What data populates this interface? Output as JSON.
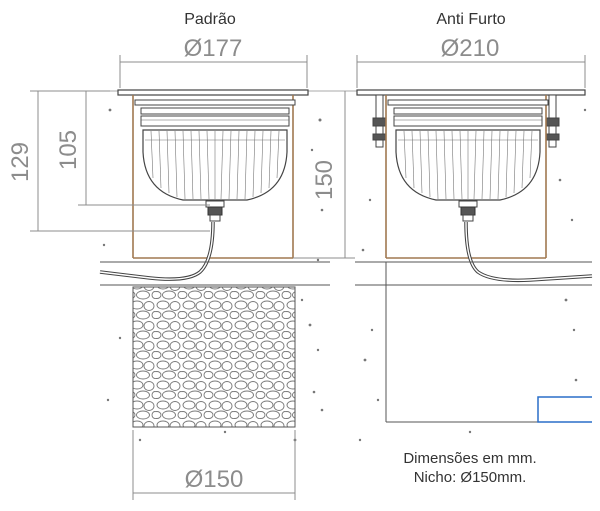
{
  "titles": {
    "standard": "Padrão",
    "anti_theft": "Anti Furto"
  },
  "dimensions": {
    "standard_diameter": "Ø177",
    "anti_theft_diameter": "Ø210",
    "total_height": "129",
    "body_height": "105",
    "niche_depth": "150",
    "niche_diameter": "Ø150"
  },
  "notes": {
    "units": "Dimensões em mm.",
    "niche": "Nicho: Ø150mm."
  },
  "colors": {
    "line": "#555555",
    "dimension": "#8c8c8c",
    "wood": "#a07850",
    "accent_blue": "#2a6fc9"
  }
}
